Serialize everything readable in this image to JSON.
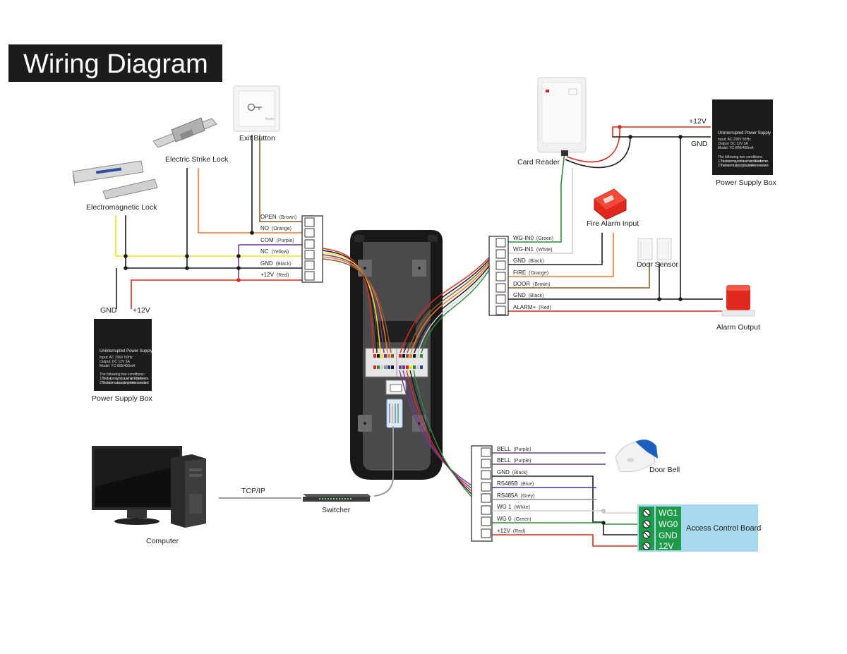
{
  "title": "Wiring Diagram",
  "devices": {
    "exit_button": "Exit Button",
    "exit_button_push": "PUSH",
    "electric_strike_lock": "Electric Strike Lock",
    "electromagnetic_lock": "Electromagnetic Lock",
    "power_supply_left": "Power Supply Box",
    "power_supply_right": "Power Supply Box",
    "card_reader": "Card Reader",
    "fire_alarm_input": "Fire Alarm Input",
    "door_sensor": "Door Sensor",
    "alarm_output": "Alarm Output",
    "door_bell": "Door Bell",
    "access_control_board": "Access Control Board",
    "computer": "Computer",
    "switcher": "Switcher",
    "tcp_ip": "TCP/IP"
  },
  "ups_label": {
    "heading": "Uninterrupted Power Supply",
    "input": "Input: AC 230V 50Hz",
    "output": "Output: DC 12V 3A",
    "model": "Model: YC-805/400mA",
    "note1": "The following two conditions:",
    "note2": "1. This device may not cause harmful interference.",
    "note3": "2. This device must accept any interference received."
  },
  "lock_terminal": [
    {
      "name": "OPEN",
      "color_name": "(Brown)"
    },
    {
      "name": "NO",
      "color_name": "(Orange)"
    },
    {
      "name": "COM",
      "color_name": "(Purple)"
    },
    {
      "name": "NC",
      "color_name": "(Yellow)"
    },
    {
      "name": "GND",
      "color_name": "(Black)"
    },
    {
      "name": "+12V",
      "color_name": "(Red)"
    }
  ],
  "left_psu_leads": {
    "gnd": "GND",
    "v12": "+12V"
  },
  "right_psu_leads": {
    "v12": "+12V",
    "gnd": "GND"
  },
  "input_terminal": [
    {
      "name": "WG-IN0",
      "color_name": "(Green)"
    },
    {
      "name": "WG-IN1",
      "color_name": "(White)"
    },
    {
      "name": "GND",
      "color_name": "(Black)"
    },
    {
      "name": "FIRE",
      "color_name": "(Orange)"
    },
    {
      "name": "DOOR",
      "color_name": "(Brown)"
    },
    {
      "name": "GND",
      "color_name": "(Black)"
    },
    {
      "name": "ALARM+",
      "color_name": "(Red)"
    }
  ],
  "output_terminal": [
    {
      "name": "BELL",
      "color_name": "(Purple)"
    },
    {
      "name": "BELL",
      "color_name": "(Purple)"
    },
    {
      "name": "GND",
      "color_name": "(Black)"
    },
    {
      "name": "RS485B",
      "color_name": "(Blue)"
    },
    {
      "name": "RS485A",
      "color_name": "(Grey)"
    },
    {
      "name": "WG 1",
      "color_name": "(White)"
    },
    {
      "name": "WG 0",
      "color_name": "(Green)"
    },
    {
      "name": "+12V",
      "color_name": "(Red)"
    }
  ],
  "acb_pins": [
    "WG1",
    "WG0",
    "GND",
    "12V"
  ],
  "colors": {
    "red": "#e0281e",
    "black": "#1a1a1a",
    "yellow": "#f2e21a",
    "orange": "#f07a2a",
    "purple": "#6e3a8e",
    "brown": "#8a5a2c",
    "green": "#2e8a3e",
    "white_wire": "#cfcfcf",
    "blue": "#2e3f9a",
    "grey": "#8f8f8f",
    "board_bg": "#a8d8ef",
    "board_terminal": "#1e9a4a"
  }
}
